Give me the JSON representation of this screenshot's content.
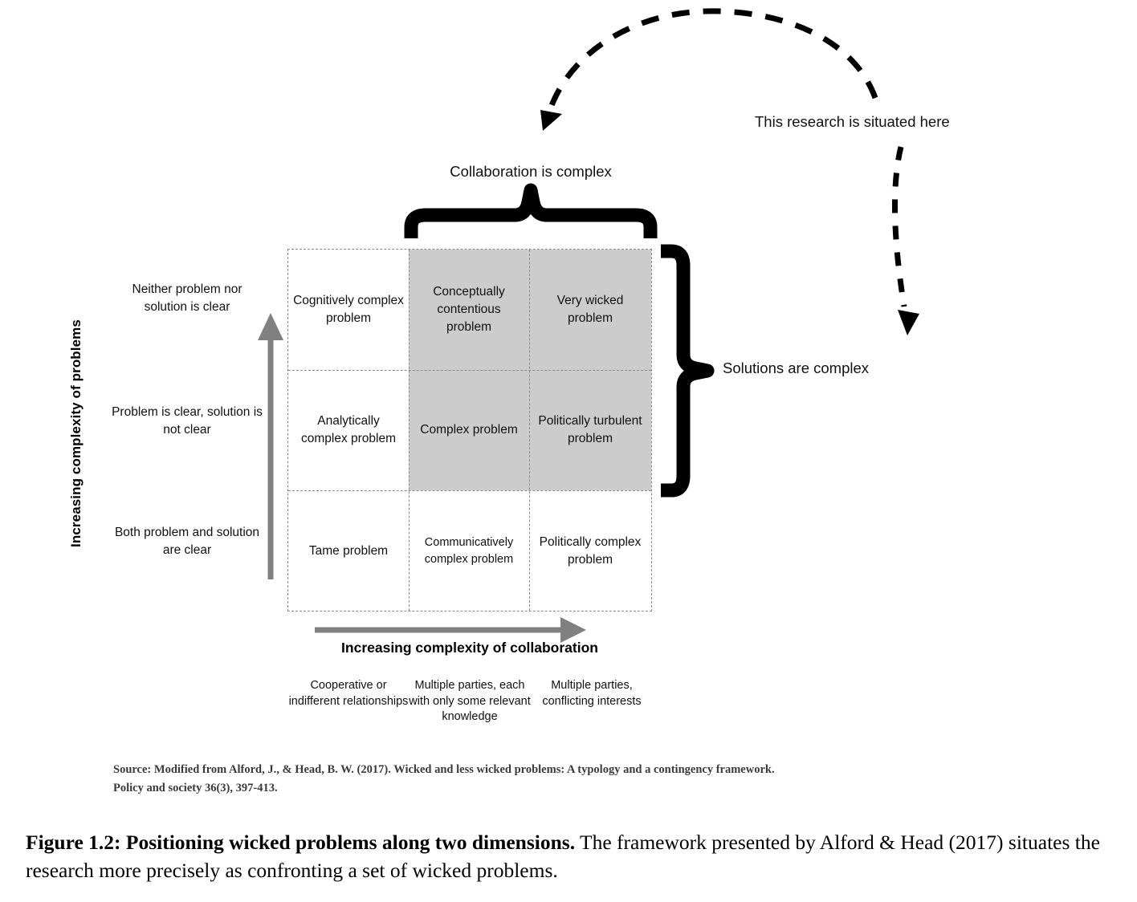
{
  "figure": {
    "caption_bold": "Figure 1.2: Positioning wicked problems along two dimensions.",
    "caption_rest": " The framework presented by Alford & Head (2017) situates the research more precisely as confronting a set of wicked problems.",
    "source_note": "Source: Modified from Alford, J., & Head, B. W. (2017). Wicked and less wicked problems: A typology and a contingency framework. Policy and society 36(3), 397-413."
  },
  "axes": {
    "y_title": "Increasing complexity of problems",
    "x_title": "Increasing complexity of collaboration",
    "y_arrow_direction": "up",
    "x_arrow_direction": "right",
    "arrow_color": "#808080"
  },
  "annotations": {
    "top_brace_label": "Collaboration is complex",
    "right_brace_label": "Solutions are complex",
    "research_pointer_label": "This research is situated here"
  },
  "chart_data": {
    "type": "heatmap",
    "title": "Positioning wicked problems along two dimensions",
    "xlabel": "Increasing complexity of collaboration",
    "ylabel": "Increasing complexity of problems",
    "grid": true,
    "legend": "none",
    "column_headers": [
      "Cooperative or indifferent relationships",
      "Multiple parties, each with only some relevant knowledge",
      "Multiple parties, conflicting interests"
    ],
    "row_headers": [
      "Neither problem nor solution is clear",
      "Problem is clear, solution is not clear",
      "Both problem and solution are clear"
    ],
    "cells": [
      {
        "row": 0,
        "col": 0,
        "label": "Cognitively complex problem",
        "shaded": false
      },
      {
        "row": 0,
        "col": 1,
        "label": "Conceptually contentious problem",
        "shaded": true
      },
      {
        "row": 0,
        "col": 2,
        "label": "Very wicked problem",
        "shaded": true
      },
      {
        "row": 1,
        "col": 0,
        "label": "Analytically complex problem",
        "shaded": false
      },
      {
        "row": 1,
        "col": 1,
        "label": "Complex problem",
        "shaded": true
      },
      {
        "row": 1,
        "col": 2,
        "label": "Politically turbulent problem",
        "shaded": true
      },
      {
        "row": 2,
        "col": 0,
        "label": "Tame problem",
        "shaded": false
      },
      {
        "row": 2,
        "col": 1,
        "label": "Communicatively complex problem",
        "shaded": false
      },
      {
        "row": 2,
        "col": 2,
        "label": "Politically complex problem",
        "shaded": false
      }
    ],
    "shade_color": "#cccccc",
    "grid_line_color": "#8a8a8a",
    "highlighted_region": "rows 0-1 x columns 1-2"
  }
}
